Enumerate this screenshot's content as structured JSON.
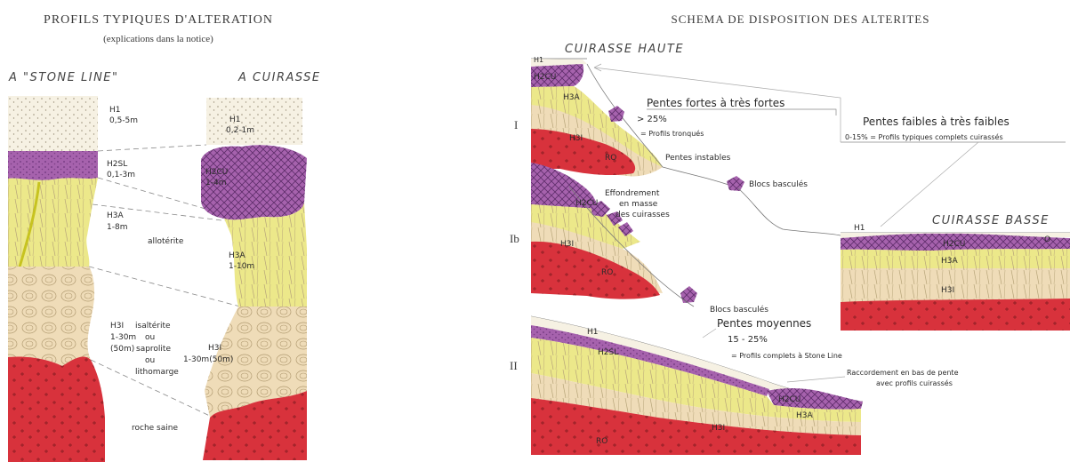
{
  "colors": {
    "h1": "#f6f1e3",
    "h2": "#a662ad",
    "h3a": "#ece88a",
    "h3i": "#efdcb8",
    "ro": "#d8323c",
    "line": "#777777"
  },
  "left": {
    "title": "PROFILS TYPIQUES D'ALTERATION",
    "subtitle": "(explications dans la notice)",
    "col1_header": "A \"STONE LINE\"",
    "col2_header": "A CUIRASSE",
    "c1": {
      "h1": "H1",
      "h1_range": "0,5-5m",
      "h2": "H2SL",
      "h2_range": "0,1-3m",
      "h3a": "H3A",
      "h3a_range": "1-8m",
      "h3i": "H3I",
      "h3i_range": "1-30m",
      "h3i_extra": "(50m)"
    },
    "mid": {
      "allo": "allotérite",
      "iso": "isaltérite",
      "ou1": "ou",
      "sap": "saprolite",
      "ou2": "ou",
      "litho": "lithomarge",
      "roche": "roche saine"
    },
    "c2": {
      "h1": "H1",
      "h1_range": "0,2-1m",
      "h2": "H2CU",
      "h2_range": "1-4m",
      "h3a": "H3A",
      "h3a_range": "1-10m",
      "h3i": "H3I",
      "h3i_range": "1-30m(50m)"
    }
  },
  "right": {
    "title": "SCHEMA DE DISPOSITION DES ALTERITES",
    "cuirasse_haute": "CUIRASSE HAUTE",
    "cuirasse_basse": "CUIRASSE BASSE",
    "roman_i": "I",
    "roman_ib": "Ib",
    "roman_ii": "II",
    "pentes_fortes": "Pentes fortes à très fortes",
    "pentes_fortes_pct": "> 25%",
    "profils_tronques": "= Profils tronqués",
    "pentes_instables": "Pentes instables",
    "blocs1": "Blocs basculés",
    "blocs2": "Blocs basculés",
    "effondrement_1": "Effondrement",
    "effondrement_2": "en masse",
    "effondrement_3": "des cuirasses",
    "pentes_faibles": "Pentes faibles à très faibles",
    "pentes_faibles_note": "0-15% = Profils typiques complets cuirassés",
    "pentes_moyennes": "Pentes moyennes",
    "pentes_moyennes_pct": "15 - 25%",
    "profils_complets": "= Profils complets à Stone Line",
    "raccord_1": "Raccordement en bas de pente",
    "raccord_2": "avec profils cuirassés",
    "labels": {
      "h1_top": "H1",
      "h2cu_top": "H2CU",
      "h3a_top": "H3A",
      "h3i_top": "H3I",
      "ro_top": "RO",
      "h2cu_ib": "H2CU",
      "h3i_ib": "H3I",
      "ro_ib": "RO",
      "h1_ii": "H1",
      "h2sl_ii": "H2SL",
      "h2cu_ii": "H2CU",
      "h3a_ii": "H3A",
      "h3i_ii": "H3I",
      "ro_ii": "RO",
      "h1_basse": "H1",
      "h2cu_basse": "H2CU",
      "h3a_basse": "H3A",
      "h3i_basse": "H3I",
      "o_basse": "O"
    }
  }
}
